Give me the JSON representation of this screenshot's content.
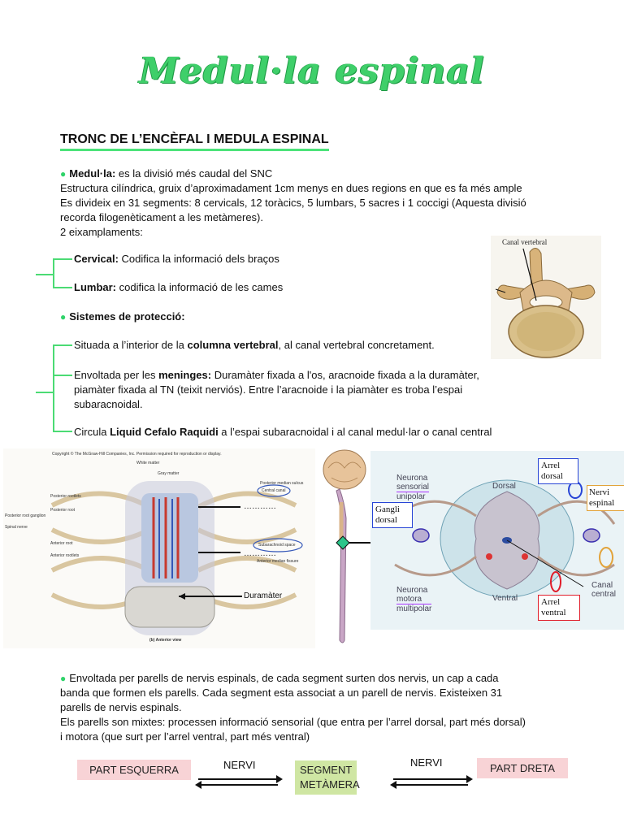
{
  "title": "Medul·la espinal",
  "heading": "TRONC DE L’ENCÈFAL I MEDULA ESPINAL",
  "section1": {
    "label": "Medul·la:",
    "text": " es la divisió més caudal del SNC",
    "line2": "Estructura cilíndrica, gruix d’aproximadament 1cm menys en dues regions en que es fa més ample",
    "line3": "Es divideix en 31 segments:  8 cervicals, 12 toràcics, 5 lumbars, 5 sacres i 1 coccigi (Aquesta divisió",
    "line4": "recorda filogenèticament a les metàmeres).",
    "line5": "2 eixamplaments:"
  },
  "enlargements": {
    "cervical_label": "Cervical:",
    "cervical_text": " Codifica la informació dels braços",
    "lumbar_label": "Lumbar:",
    "lumbar_text": " codifica la informació de les cames"
  },
  "protection": {
    "heading": "Sistemes de protecció:",
    "item1_pre": "Situada a l’interior de la ",
    "item1_bold": "columna vertebral",
    "item1_post": ", al canal vertebral concretament.",
    "item2_pre": "Envoltada per les ",
    "item2_bold": "meninges:",
    "item2_post": " Duramàter fixada a l'os, aracnoide fixada a la duramàter,",
    "item2_line2": "piamàter fixada al TN (teixit nerviós). Entre l’aracnoide i la piamàter es troba l’espai",
    "item2_line3": "subaracnoidal.",
    "item3_pre": "Circula ",
    "item3_bold": "Liquid Cefalo Raquidi",
    "item3_post": " a l’espai subaracnoidal i al canal medul·lar o canal central"
  },
  "vertebra_figure": {
    "label": "Canal vertebral"
  },
  "spinal_figure": {
    "copyright": "Copyright © The McGraw-Hill Companies, Inc. Permission required for reproduction or display.",
    "labels": [
      "White matter",
      "Gray matter",
      "Posterior median sulcus",
      "Central canal",
      "Posterior rootlets",
      "Posterior root",
      "Posterior root ganglion",
      "Spinal nerve",
      "Anterior root",
      "Anterior rootlets",
      "Subarachnoid space",
      "Anterior median fissure"
    ],
    "duramater": "Duramàter",
    "dots1": "…………",
    "dots2": "…………",
    "caption": "(b) Anterior view"
  },
  "cross_section": {
    "neurona_sensorial": [
      "Neurona",
      "sensorial",
      "unipolar"
    ],
    "neurona_motora": [
      "Neurona",
      "motora",
      "multipolar"
    ],
    "dorsal": "Dorsal",
    "ventral": "Ventral",
    "canal_central": [
      "Canal",
      "central"
    ],
    "gangli": [
      "Gangli",
      "dorsal"
    ],
    "arrel_dorsal": [
      "Arrel",
      "dorsal"
    ],
    "nervi_espinal": [
      "Nervi",
      "espinal"
    ],
    "arrel_ventral": [
      "Arrel",
      "ventral"
    ]
  },
  "section3": {
    "line1": "Envoltada per parells de nervis espinals, de cada segment surten dos nervis, un cap a cada",
    "line2": "banda que formen els parells. Cada segment esta associat a un parell de nervis. Existeixen 31",
    "line3": "parells de nervis espinals.",
    "line4": "Els parells son mixtes: processen informació sensorial (que entra per l’arrel dorsal, part més dorsal)",
    "line5": "i motora (que surt per l’arrel ventral, part més ventral)"
  },
  "diagram": {
    "left_box": "PART ESQUERRA",
    "left_nerve": "NERVI",
    "center_line1": "SEGMENT",
    "center_line2": "METÀMERA",
    "right_nerve": "NERVI",
    "right_box": "PART DRETA"
  },
  "colors": {
    "title_green": "#3fcf6a",
    "bracket_green": "#4bdb74",
    "pink_box": "#f8d3d6",
    "green_box": "#cfe6a3"
  }
}
